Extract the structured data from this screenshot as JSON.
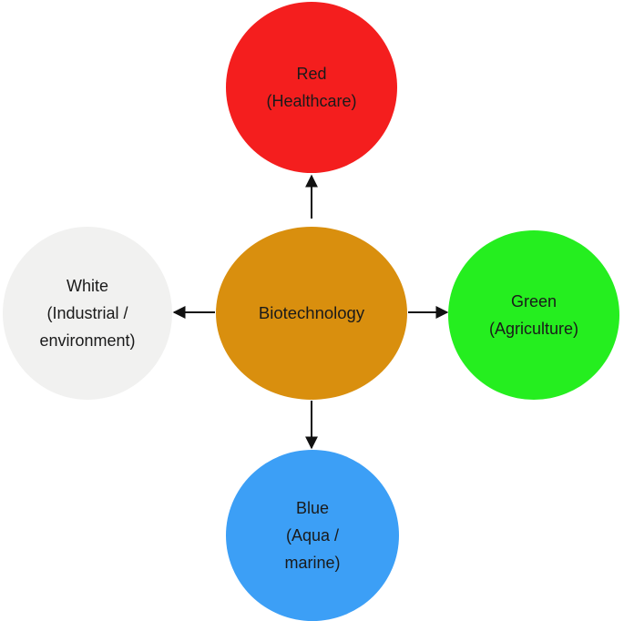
{
  "center": {
    "label": "Biotechnology",
    "color": "#d98f0e"
  },
  "nodes": {
    "top": {
      "line1": "Red",
      "line2": "(Healthcare)",
      "color": "#f41e1e"
    },
    "left": {
      "line1": "White",
      "line2": "(Industrial /",
      "line3": "environment)",
      "color": "#f1f1f0"
    },
    "right": {
      "line1": "Green",
      "line2": "(Agriculture)",
      "color": "#25ee1f"
    },
    "bottom": {
      "line1": "Blue",
      "line2": "(Aqua /",
      "line3": "marine)",
      "color": "#3c9ff6"
    }
  },
  "arrow_color": "#111111"
}
